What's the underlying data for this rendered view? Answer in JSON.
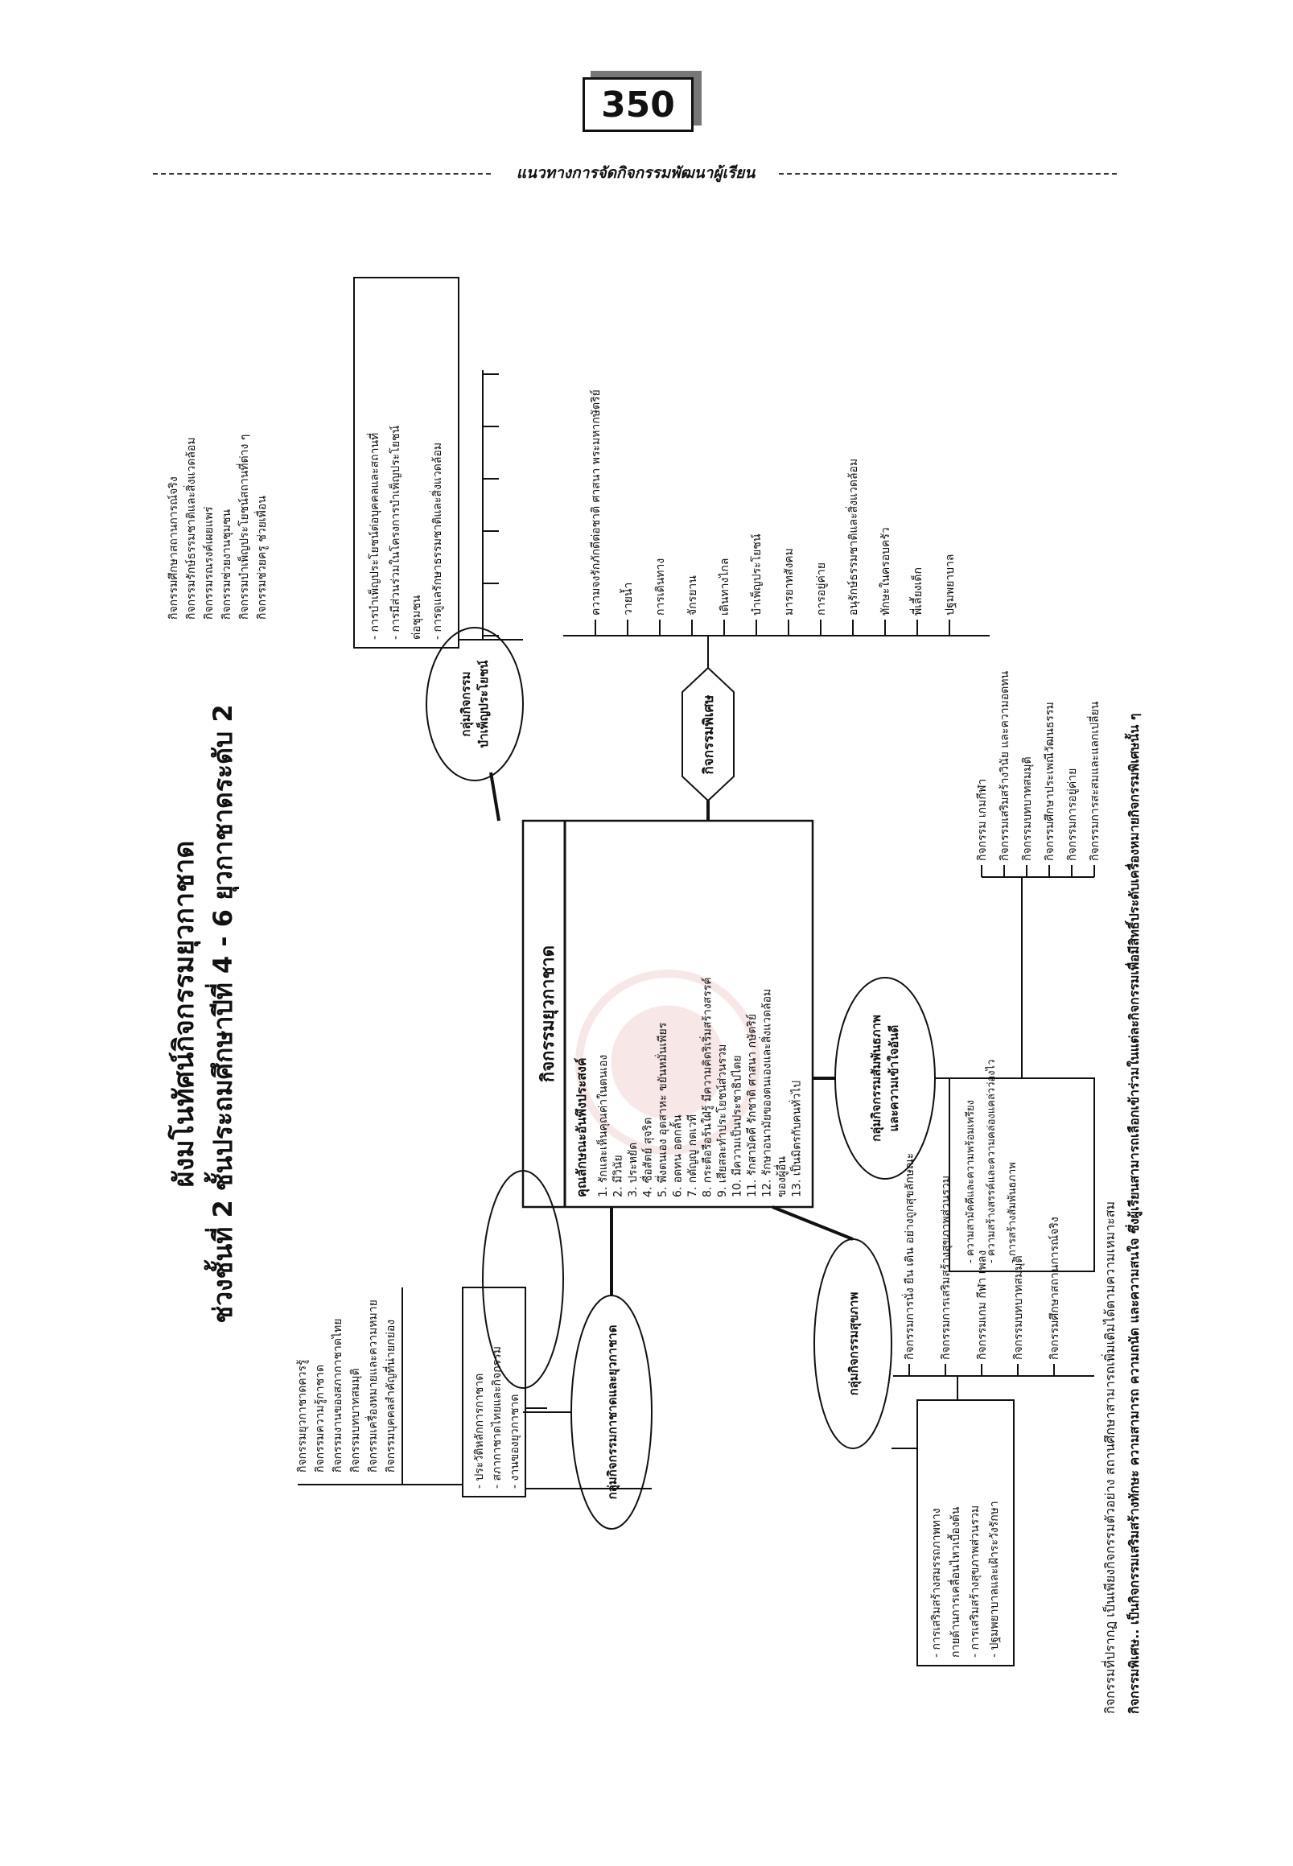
{
  "header": {
    "page_number": "350",
    "running_title": "แนวทางการจัดกิจกรรมพัฒนาผู้เรียน"
  },
  "diagram": {
    "title_line1": "ผังมโนทัศน์กิจกรรมยุวกาชาด",
    "title_line2": "ช่วงชั้นที่ 2 ชั้นประถมศึกษาปีที่ 4 - 6 ยุวกาชาดระดับ 2",
    "center": {
      "heading": "กิจกรรมยุวกาชาด",
      "subheading": "คุณลักษณะอันพึงประสงค์",
      "traits": [
        "1. รักและเห็นคุณค่าในตนเอง",
        "2. มีวินัย",
        "3. ประหยัด",
        "4. ซื่อสัตย์  สุจริต",
        "5. พึ่งตนเอง อุตสาหะ ขยันหมั่นเพียร",
        "6. อดทน อดกลั้น",
        "7. กตัญญู กตเวที",
        "8. กระตือรือร้นใฝ่รู้ มีความคิดริเริ่มสร้างสรรค์",
        "9. เสียสละทำประโยชน์ส่วนรวม",
        "10. มีความเป็นประชาธิปไตย",
        "11. รักสามัคคี รักชาติ ศาสนา กษัตริย์",
        "12. รักษาอนามัยของตนเองและสิ่งแวดล้อม",
        "     ของผู้อื่น",
        "13. เป็นมิตรกับคนทั่วไป"
      ]
    },
    "groups": {
      "history": {
        "label": "กลุ่มกิจกรรมกาชาดและยุวกาชาด",
        "box": [
          "- ประวัติหลักการกาชาด",
          "- สภากาชาดไทยและกิจกรรม",
          "- งานของยุวกาชาด"
        ],
        "activities": [
          "กิจกรรมบุคคลสำคัญที่น่ายกย่อง",
          "กิจกรรมเครื่องหมายและความหมาย",
          "กิจกรรมบทบาทสมมุติ",
          "กิจกรรมงานของสภากาชาดไทย",
          "กิจกรรมความรู้กาชาด",
          "กิจกรรมยุวกาชาดควรรู้"
        ]
      },
      "special": {
        "label": "กิจกรรมพิเศษ",
        "items": [
          "ความจงรักภักดีต่อชาติ ศาสนา พระมหากษัตริย์",
          "วายน้ำ",
          "การเดินทาง",
          "จักรยาน",
          "เดินทางไกล",
          "บำเพ็ญประโยชน์",
          "มารยาทสังคม",
          "การอยู่ค่าย",
          "อนุรักษ์ธรรมชาติและสิ่งแวดล้อม",
          "ทักษะในครอบครัว",
          "พี่เลี้ยงเด็ก",
          "ปฐมพยาบาล"
        ]
      },
      "service": {
        "label_line1": "กลุ่มกิจกรรม",
        "label_line2": "บำเพ็ญประโยชน์",
        "box": [
          "- การบำเพ็ญประโยชน์ต่อบุคคลและสถานที่",
          "- การมีส่วนร่วมในโครงการบำเพ็ญประโยชน์",
          "  ต่อชุมชน",
          "- การดูแลรักษาธรรมชาติและสิ่งแวดล้อม"
        ],
        "activities": [
          "กิจกรรมช่วยครู ช่วยเพื่อน",
          "กิจกรรมบำเพ็ญประโยชน์สถานที่ต่าง ๆ",
          "กิจกรรมช่วยงานชุมชน",
          "กิจกรรมรณรงค์เผยแพร่",
          "กิจกรรมรักษ์ธรรมชาติและสิ่งแวดล้อม",
          "กิจกรรมศึกษาสถานการณ์จริง"
        ]
      },
      "relations": {
        "label_line1": "กลุ่มกิจกรรมสัมพันธภาพ",
        "label_line2": "และความเข้าใจอันดี",
        "box": [
          "- ความสามัคคีและความพร้อมเพรียง",
          "- ความสร้างสรรค์และความคล่องแคล่วว่องไว",
          "- การสร้างสัมพันธภาพ"
        ],
        "activities": [
          "กิจกรรม เกมกีฬา",
          "กิจกรรมเสริมสร้างวินัย และความอดทน",
          "กิจกรรมบทบาทสมมุติ",
          "กิจกรรมศึกษาประเพณีวัฒนธรรม",
          "กิจกรรมการอยู่ค่าย",
          "กิจกรรมการสะสมและแลกเปลี่ยน"
        ]
      },
      "health": {
        "label": "กลุ่มกิจกรรมสุขภาพ",
        "box": [
          "- การเสริมสร้างสมรรถภาพทาง",
          "  กายด้านการเคลื่อนไหวเบื้องต้น",
          "- การเสริมสร้างสุขภาพส่วนรวม",
          "- ปฐมพยาบาลและเฝ้าระวังรักษา"
        ],
        "activities": [
          "กิจกรรมการนั่ง ยืน เดิน อย่างถูกสุขลักษณะ",
          "กิจกรรมการเสริมสร้างสุขภาพส่วนรวม",
          "กิจกรรมเกม กีฬา เพลง",
          "กิจกรรมบทบาทสมมุติ",
          "กิจกรรมศึกษาสถานการณ์จริง"
        ]
      }
    },
    "footnotes": [
      "กิจกรรมที่ปรากฏ เป็นเพียงกิจกรรมตัวอย่าง สถานศึกษาสามารถเพิ่มเติมได้ตามความเหมาะสม",
      "กิจกรรมพิเศษ..  เป็นกิจกรรมเสริมสร้างทักษะ ความสามารถ ความถนัด และความสนใจ ซึ่งผู้เรียนสามารถเลือกเข้าร่วมในแต่ละกิจกรรมเพื่อมีสิทธิ์ประดับเครื่องหมายกิจกรรมพิเศษนั้น ๆ"
    ]
  }
}
